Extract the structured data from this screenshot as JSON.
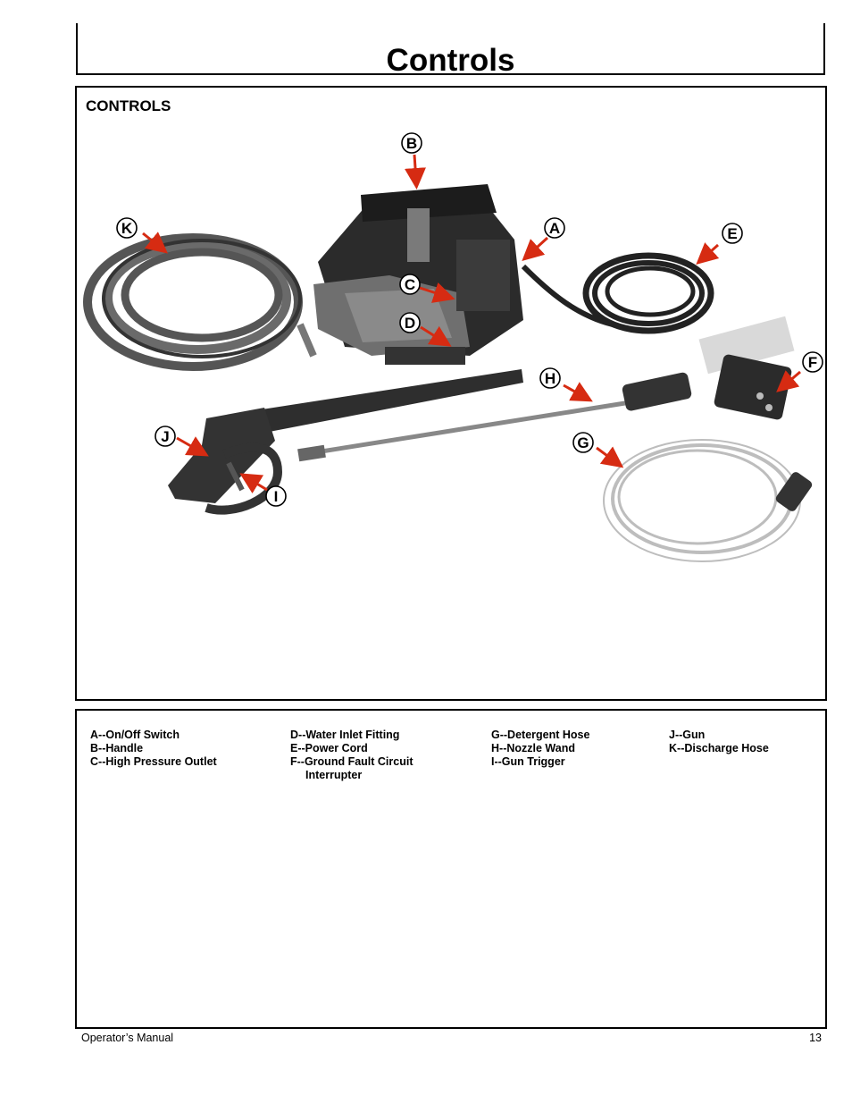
{
  "page": {
    "title": "Controls",
    "section_heading": "CONTROLS",
    "footer_left": "Operator’s Manual",
    "page_number": "13"
  },
  "figure": {
    "callouts": [
      "A",
      "B",
      "C",
      "D",
      "E",
      "F",
      "G",
      "H",
      "I",
      "J",
      "K"
    ],
    "arrow_color": "#d62b12"
  },
  "legend": {
    "col1": [
      "A--On/Off Switch",
      "B--Handle",
      "C--High Pressure Outlet"
    ],
    "col2": [
      "D--Water Inlet Fitting",
      "E--Power Cord",
      "F--Ground Fault Circuit",
      "Interrupter"
    ],
    "col3": [
      "G--Detergent Hose",
      "H--Nozzle Wand",
      "I--Gun Trigger"
    ],
    "col4": [
      "J--Gun",
      "K--Discharge Hose"
    ]
  }
}
